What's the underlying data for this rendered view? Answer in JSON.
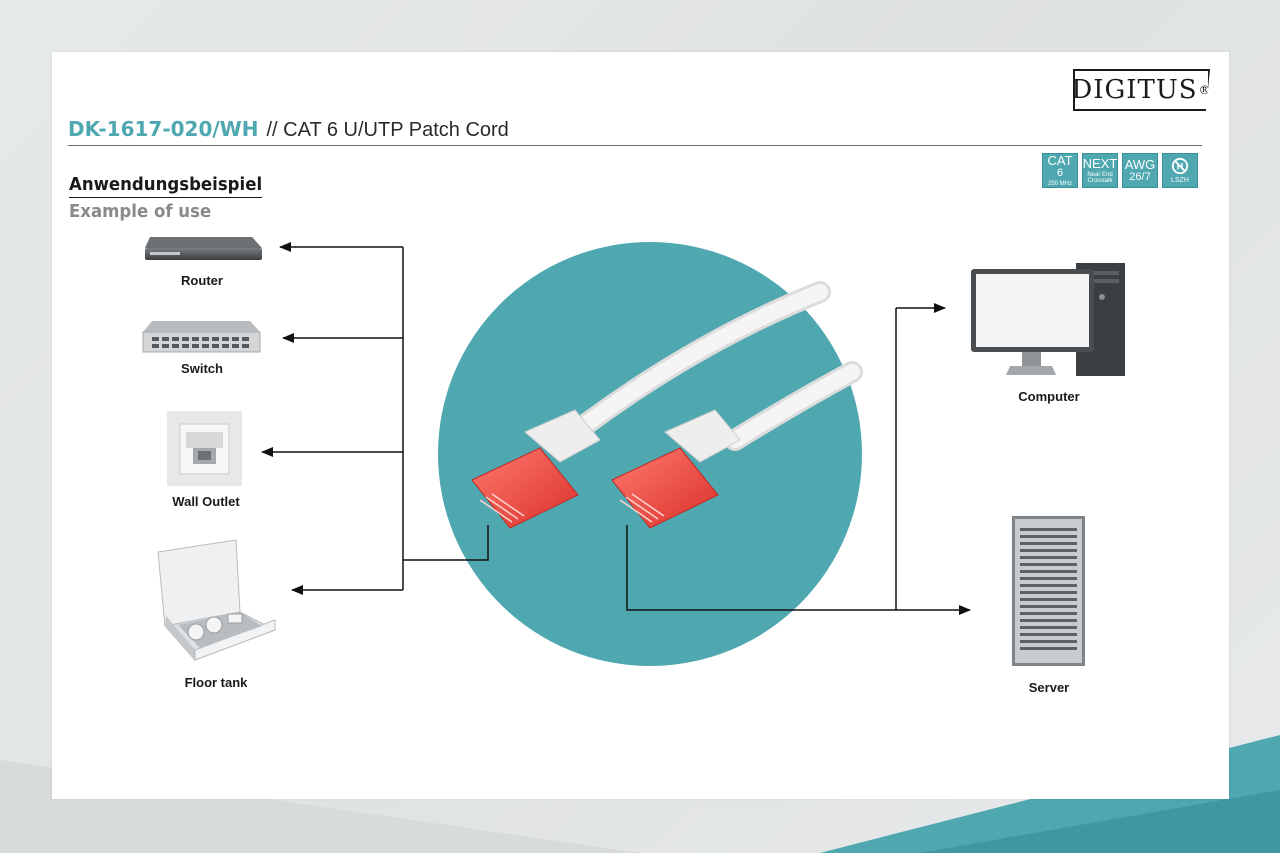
{
  "brand": {
    "name": "DIGITUS",
    "reg": "®"
  },
  "product": {
    "model": "DK-1617-020/WH",
    "description": "// CAT 6 U/UTP Patch Cord"
  },
  "badges": [
    {
      "icon": "cat6-badge",
      "label": "CAT",
      "value": "6",
      "sub": "250 MHz"
    },
    {
      "icon": "next-badge",
      "label": "NEXT",
      "sub": "Near End Crosstalk"
    },
    {
      "icon": "awg-badge",
      "label": "AWG",
      "value": "26/7"
    },
    {
      "icon": "lszh-badge",
      "value": "LSZH"
    }
  ],
  "section": {
    "heading_de": "Anwendungsbeispiel",
    "heading_en": "Example of use"
  },
  "devices_left": [
    "Router",
    "Switch",
    "Wall Outlet",
    "Floor tank"
  ],
  "devices_right": [
    "Computer",
    "Server"
  ],
  "colors": {
    "accent": "#4fa7b0",
    "connector": "#f0453c",
    "cable": "#f2f2f2",
    "text": "#1a1a1a"
  }
}
